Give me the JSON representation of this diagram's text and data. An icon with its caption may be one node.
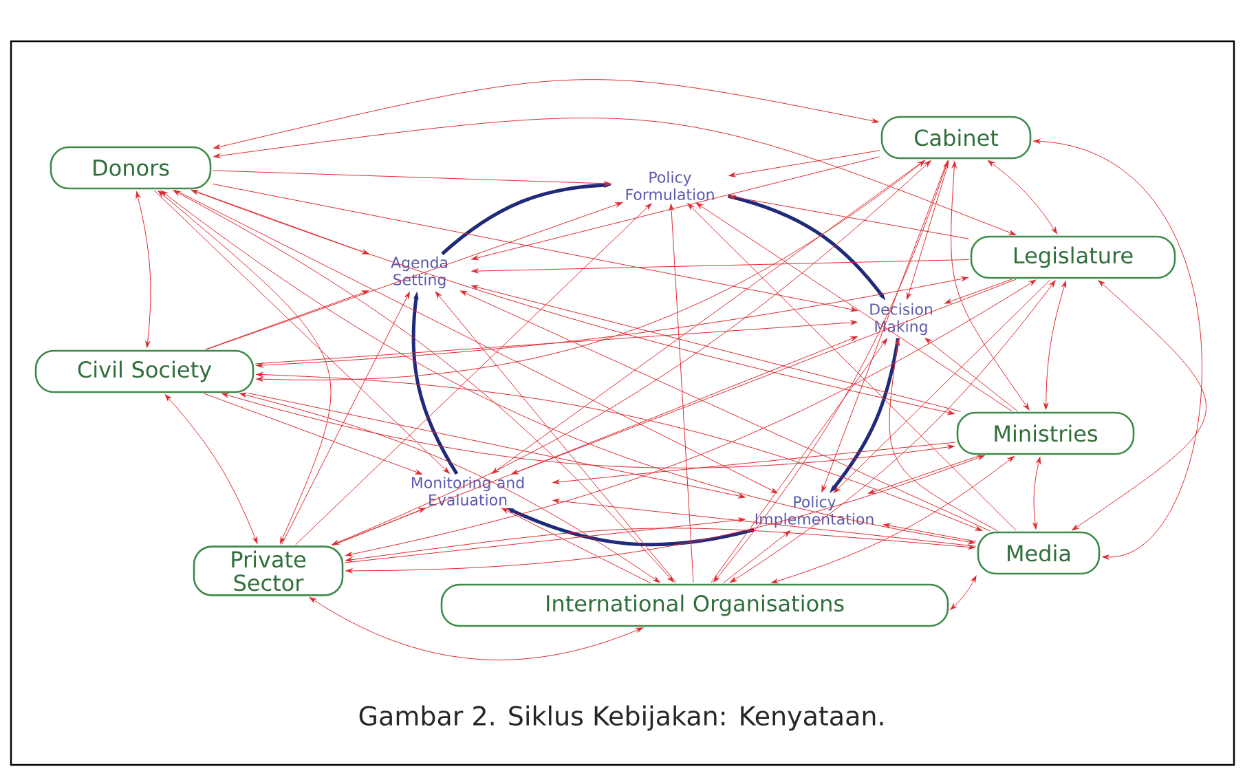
{
  "diagram": {
    "caption": "Gambar 2. Siklus Kebijakan: Kenyataan.",
    "nodes": [
      {
        "text": [
          "Cabinet"
        ]
      },
      {
        "text": [
          "Donors"
        ]
      },
      {
        "text": [
          "Policy Formulation"
        ]
      },
      {
        "text": [
          "Legislature"
        ]
      },
      {
        "text": [
          "Agenda Setting"
        ]
      },
      {
        "text": [
          "Decision Making"
        ]
      },
      {
        "text": [
          "Civil Society"
        ]
      },
      {
        "text": [
          "Ministries"
        ]
      },
      {
        "text": [
          "Monitoring and Evaluation"
        ]
      },
      {
        "text": [
          "Policy Implementation"
        ]
      },
      {
        "text": [
          "Media"
        ]
      },
      {
        "text": [
          "Private Sector"
        ]
      },
      {
        "text": [
          "International Organisations"
        ]
      }
    ],
    "edges": [
      {
        "from": 4,
        "to": 2,
        "arrow": "to",
        "style": "thick",
        "color": "#1f2a7a"
      },
      {
        "from": 2,
        "to": 5,
        "arrow": "to",
        "style": "thick",
        "color": "#1f2a7a"
      },
      {
        "from": 5,
        "to": 9,
        "arrow": "to",
        "style": "thick",
        "color": "#1f2a7a"
      },
      {
        "from": 9,
        "to": 8,
        "arrow": "to",
        "style": "thick",
        "color": "#1f2a7a"
      },
      {
        "from": 8,
        "to": 4,
        "arrow": "to",
        "style": "thick",
        "color": "#1f2a7a"
      },
      {
        "from": 0,
        "to": 1,
        "arrow": "both"
      },
      {
        "from": 0,
        "to": 3,
        "arrow": "both"
      },
      {
        "from": 0,
        "to": 6,
        "arrow": "both"
      },
      {
        "from": 0,
        "to": 7,
        "arrow": "both"
      },
      {
        "from": 0,
        "to": 10,
        "arrow": "both"
      },
      {
        "from": 0,
        "to": 11,
        "arrow": "both"
      },
      {
        "from": 0,
        "to": 12,
        "arrow": "both"
      },
      {
        "from": 1,
        "to": 3,
        "arrow": "both"
      },
      {
        "from": 1,
        "to": 6,
        "arrow": "both"
      },
      {
        "from": 1,
        "to": 7,
        "arrow": "both"
      },
      {
        "from": 1,
        "to": 10,
        "arrow": "both"
      },
      {
        "from": 1,
        "to": 11,
        "arrow": "both"
      },
      {
        "from": 1,
        "to": 12,
        "arrow": "both"
      },
      {
        "from": 3,
        "to": 6,
        "arrow": "both"
      },
      {
        "from": 3,
        "to": 7,
        "arrow": "both"
      },
      {
        "from": 3,
        "to": 10,
        "arrow": "both"
      },
      {
        "from": 3,
        "to": 11,
        "arrow": "both"
      },
      {
        "from": 3,
        "to": 12,
        "arrow": "both"
      },
      {
        "from": 6,
        "to": 7,
        "arrow": "both"
      },
      {
        "from": 6,
        "to": 10,
        "arrow": "both"
      },
      {
        "from": 6,
        "to": 11,
        "arrow": "both"
      },
      {
        "from": 6,
        "to": 12,
        "arrow": "both"
      },
      {
        "from": 7,
        "to": 10,
        "arrow": "both"
      },
      {
        "from": 7,
        "to": 11,
        "arrow": "both"
      },
      {
        "from": 7,
        "to": 12,
        "arrow": "both"
      },
      {
        "from": 10,
        "to": 11,
        "arrow": "both"
      },
      {
        "from": 10,
        "to": 12,
        "arrow": "both"
      },
      {
        "from": 11,
        "to": 12,
        "arrow": "both"
      },
      {
        "from": 0,
        "to": 2,
        "arrow": "to"
      },
      {
        "from": 0,
        "to": 4,
        "arrow": "to"
      },
      {
        "from": 0,
        "to": 5,
        "arrow": "to"
      },
      {
        "from": 0,
        "to": 8,
        "arrow": "to"
      },
      {
        "from": 0,
        "to": 9,
        "arrow": "to"
      },
      {
        "from": 1,
        "to": 2,
        "arrow": "to"
      },
      {
        "from": 1,
        "to": 4,
        "arrow": "to"
      },
      {
        "from": 1,
        "to": 5,
        "arrow": "to"
      },
      {
        "from": 1,
        "to": 8,
        "arrow": "to"
      },
      {
        "from": 1,
        "to": 9,
        "arrow": "to"
      },
      {
        "from": 3,
        "to": 2,
        "arrow": "to"
      },
      {
        "from": 3,
        "to": 4,
        "arrow": "to"
      },
      {
        "from": 3,
        "to": 5,
        "arrow": "to"
      },
      {
        "from": 3,
        "to": 8,
        "arrow": "to"
      },
      {
        "from": 3,
        "to": 9,
        "arrow": "to"
      },
      {
        "from": 6,
        "to": 2,
        "arrow": "to"
      },
      {
        "from": 6,
        "to": 4,
        "arrow": "to"
      },
      {
        "from": 6,
        "to": 5,
        "arrow": "to"
      },
      {
        "from": 6,
        "to": 8,
        "arrow": "to"
      },
      {
        "from": 6,
        "to": 9,
        "arrow": "to"
      },
      {
        "from": 7,
        "to": 2,
        "arrow": "to"
      },
      {
        "from": 7,
        "to": 4,
        "arrow": "to"
      },
      {
        "from": 7,
        "to": 5,
        "arrow": "to"
      },
      {
        "from": 7,
        "to": 8,
        "arrow": "to"
      },
      {
        "from": 7,
        "to": 9,
        "arrow": "to"
      },
      {
        "from": 10,
        "to": 2,
        "arrow": "to"
      },
      {
        "from": 10,
        "to": 4,
        "arrow": "to"
      },
      {
        "from": 10,
        "to": 5,
        "arrow": "to"
      },
      {
        "from": 10,
        "to": 8,
        "arrow": "to"
      },
      {
        "from": 10,
        "to": 9,
        "arrow": "to"
      },
      {
        "from": 11,
        "to": 2,
        "arrow": "to"
      },
      {
        "from": 11,
        "to": 4,
        "arrow": "to"
      },
      {
        "from": 11,
        "to": 5,
        "arrow": "to"
      },
      {
        "from": 11,
        "to": 8,
        "arrow": "to"
      },
      {
        "from": 11,
        "to": 9,
        "arrow": "to"
      },
      {
        "from": 12,
        "to": 2,
        "arrow": "to"
      },
      {
        "from": 12,
        "to": 4,
        "arrow": "to"
      },
      {
        "from": 12,
        "to": 5,
        "arrow": "to"
      },
      {
        "from": 12,
        "to": 8,
        "arrow": "to"
      },
      {
        "from": 12,
        "to": 9,
        "arrow": "to"
      }
    ]
  }
}
